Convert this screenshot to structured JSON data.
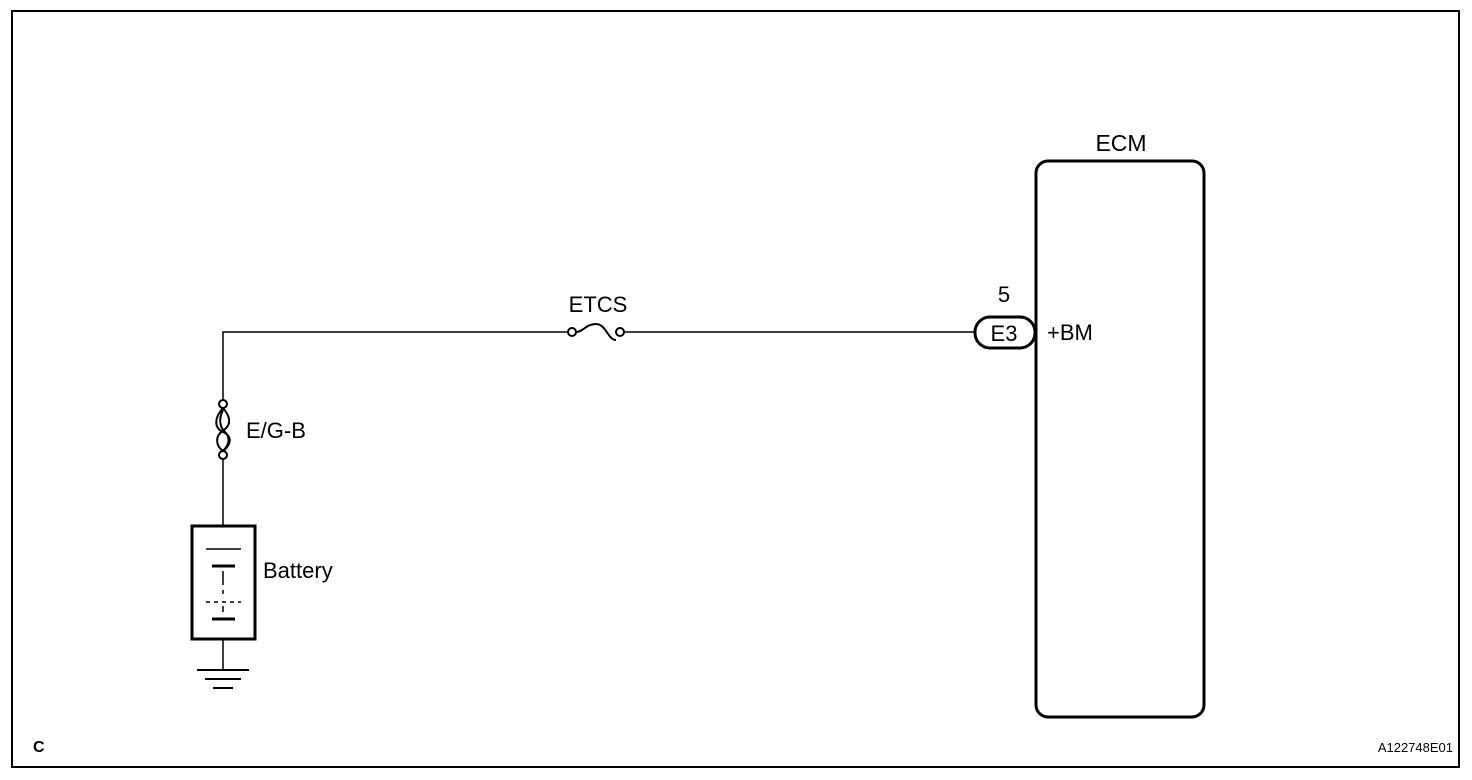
{
  "diagram": {
    "corner_label": "C",
    "figure_id": "A122748E01",
    "ecm": {
      "title": "ECM",
      "pin_number": "5",
      "connector": "E3",
      "terminal": "+BM"
    },
    "fuses": {
      "etcs": "ETCS",
      "eg_b": "E/G-B"
    },
    "battery_label": "Battery"
  }
}
